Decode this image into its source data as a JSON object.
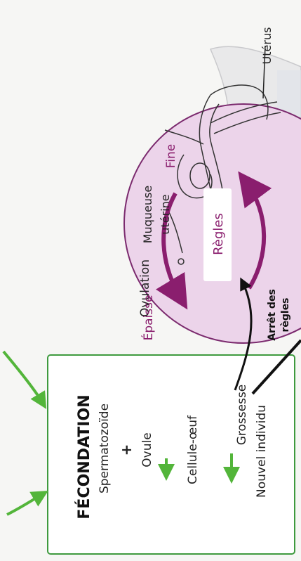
{
  "labels": {
    "uterus": "Utérus",
    "ovulation": "Ovulation",
    "fine": "Fine",
    "muqueuse": "Muqueuse",
    "uterine": "utérine",
    "epaisse": "Épaisse",
    "regles": "Règles",
    "arret_line1": "Arrêt des",
    "arret_line2": "règles"
  },
  "fecondation_box": {
    "title": "FÉCONDATION",
    "spermatozoide": "Spermatozoïde",
    "plus": "+",
    "ovule": "Ovule",
    "cellule_oeuf": "Cellule-œuf",
    "nouvel_individu": "Nouvel individu",
    "grossesse": "Grossesse"
  },
  "colors": {
    "circle_fill": "#ecd4ea",
    "circle_stroke": "#7b2a6e",
    "cycle_arrow": "#8a1e6e",
    "box_border": "#3e9a3e",
    "green_arrow": "#53b53a",
    "regles_text": "#8a1e6e",
    "body_blue": "#4a7fc0"
  }
}
